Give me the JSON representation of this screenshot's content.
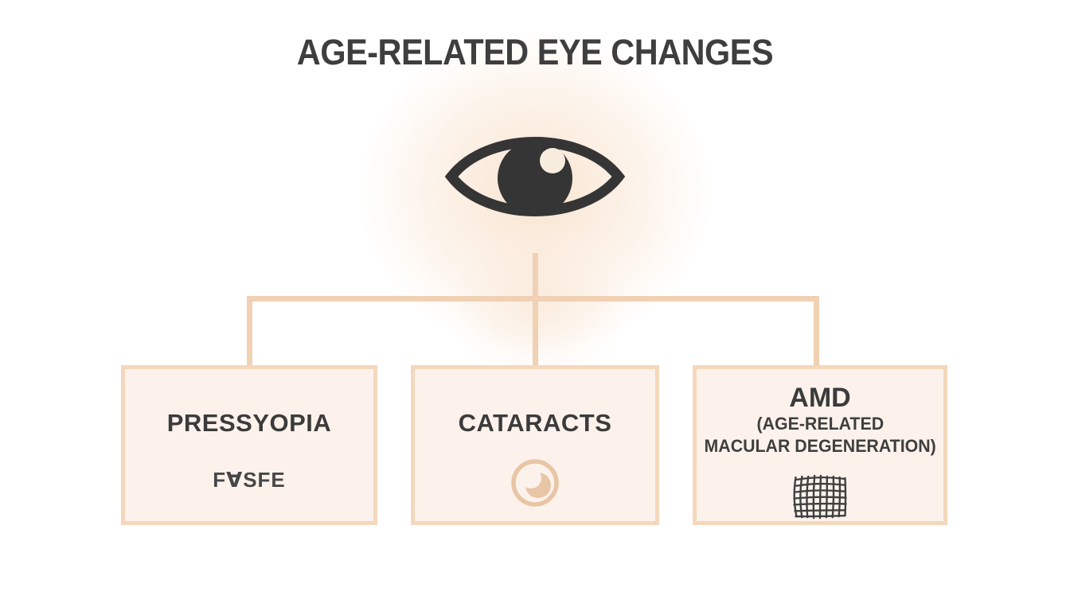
{
  "title": "AGE-RELATED EYE CHANGES",
  "hero": {
    "icon": "eye-icon"
  },
  "nodes": {
    "presbyopia": {
      "title": "PRESSYOPIA",
      "subtitle": "F∀SFE"
    },
    "cataracts": {
      "title": "CATARACTS",
      "icon": "cloudy-lens-icon"
    },
    "amd": {
      "title": "AMD",
      "line1": "(AGE-RELATED",
      "line2": "MACULAR DEGENERATION)",
      "icon": "amsler-grid-icon"
    }
  },
  "colors": {
    "text_dark": "#3b3b3b",
    "connector_peach": "#f1d1b4",
    "box_border": "#f4d7bc",
    "box_fill": "#fcf2eb",
    "glow": "#f6d8bc",
    "icon_peach": "#e8c5a5",
    "eye_dark": "#353535"
  }
}
